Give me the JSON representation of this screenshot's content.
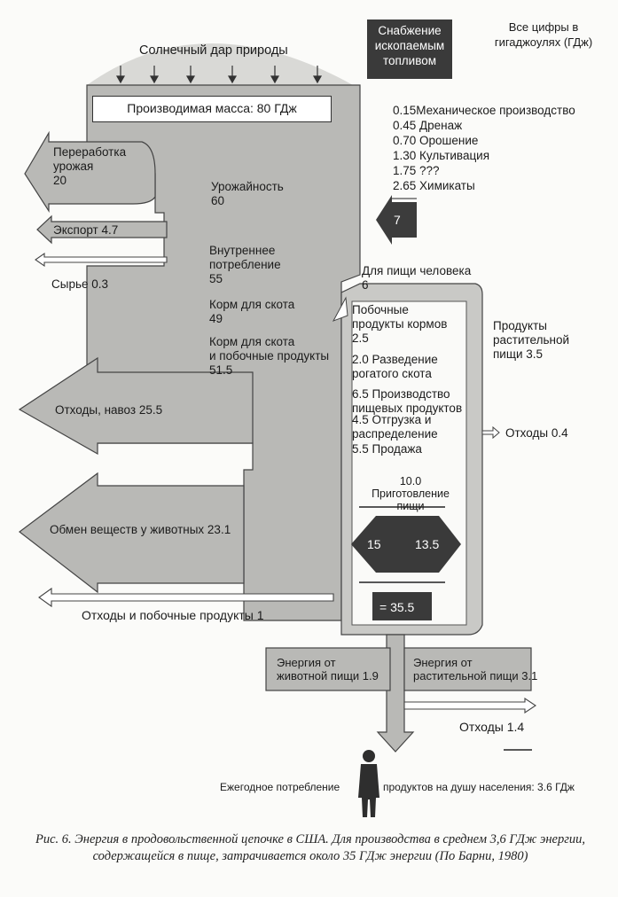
{
  "units_note": "Все цифры в гигаджоулях (ГДж)",
  "solar_label": "Солнечный дар природы",
  "fossil_label": "Снабжение ископаемым топливом",
  "produced_mass": "Производимая масса: 80 ГДж",
  "fossil_inputs": [
    "0.15Механическое производство",
    "0.45 Дренаж",
    "0.70 Орошение",
    "1.30 Культивация",
    "1.75 ???",
    "2.65 Химикаты"
  ],
  "fossil_total": "7",
  "left_outputs": {
    "crop_processing": "Переработка\nурожая\n20",
    "export": "Экспорт 4.7",
    "raw": "Сырье 0.3",
    "waste_manure": "Отходы, навоз 25.5",
    "animal_metabolism": "Обмен веществ у животных 23.1",
    "waste_byproducts": "Отходы и побочные продукты 1"
  },
  "main_column": {
    "yield": "Урожайность\n60",
    "domestic": "Внутреннее\nпотребление\n55",
    "feed": "Корм для скота\n49",
    "feed_byproducts": "Корм для скота\nи побочные продукты\n51.5"
  },
  "human_food": "Для пищи человека\n6",
  "chain_steps": {
    "feed_byproducts": "Побочные\nпродукты кормов\n2.5",
    "cattle": "2.0 Разведение\nрогатого скота",
    "food_production": "6.5 Производство\nпищевых продуктов",
    "shipping": "4.5 Отгрузка и\nраспределение",
    "sales": "5.5 Продажа",
    "cooking": "10.0 Приготовление\nпищи"
  },
  "plant_food": "Продукты\nрастительной\nпищи 3.5",
  "waste_04": "Отходы 0.4",
  "arrow_left_value": "15",
  "arrow_right_value": "13.5",
  "total": "= 35.5",
  "energy_animal": "Энергия от\nживотной пищи 1.9",
  "energy_plant": "Энергия от\nрастительной пищи 3.1",
  "waste_14": "Отходы 1.4",
  "annual_left": "Ежегодное потребление",
  "annual_right": "продуктов на душу населения: 3.6 ГДж",
  "caption": "Рис. 6. Энергия в продовольственной цепочке в США. Для производства в среднем 3,6 ГДж энергии, содержащейся в пище, затрачивается около 35 ГДж энергии (По Барни, 1980)"
}
